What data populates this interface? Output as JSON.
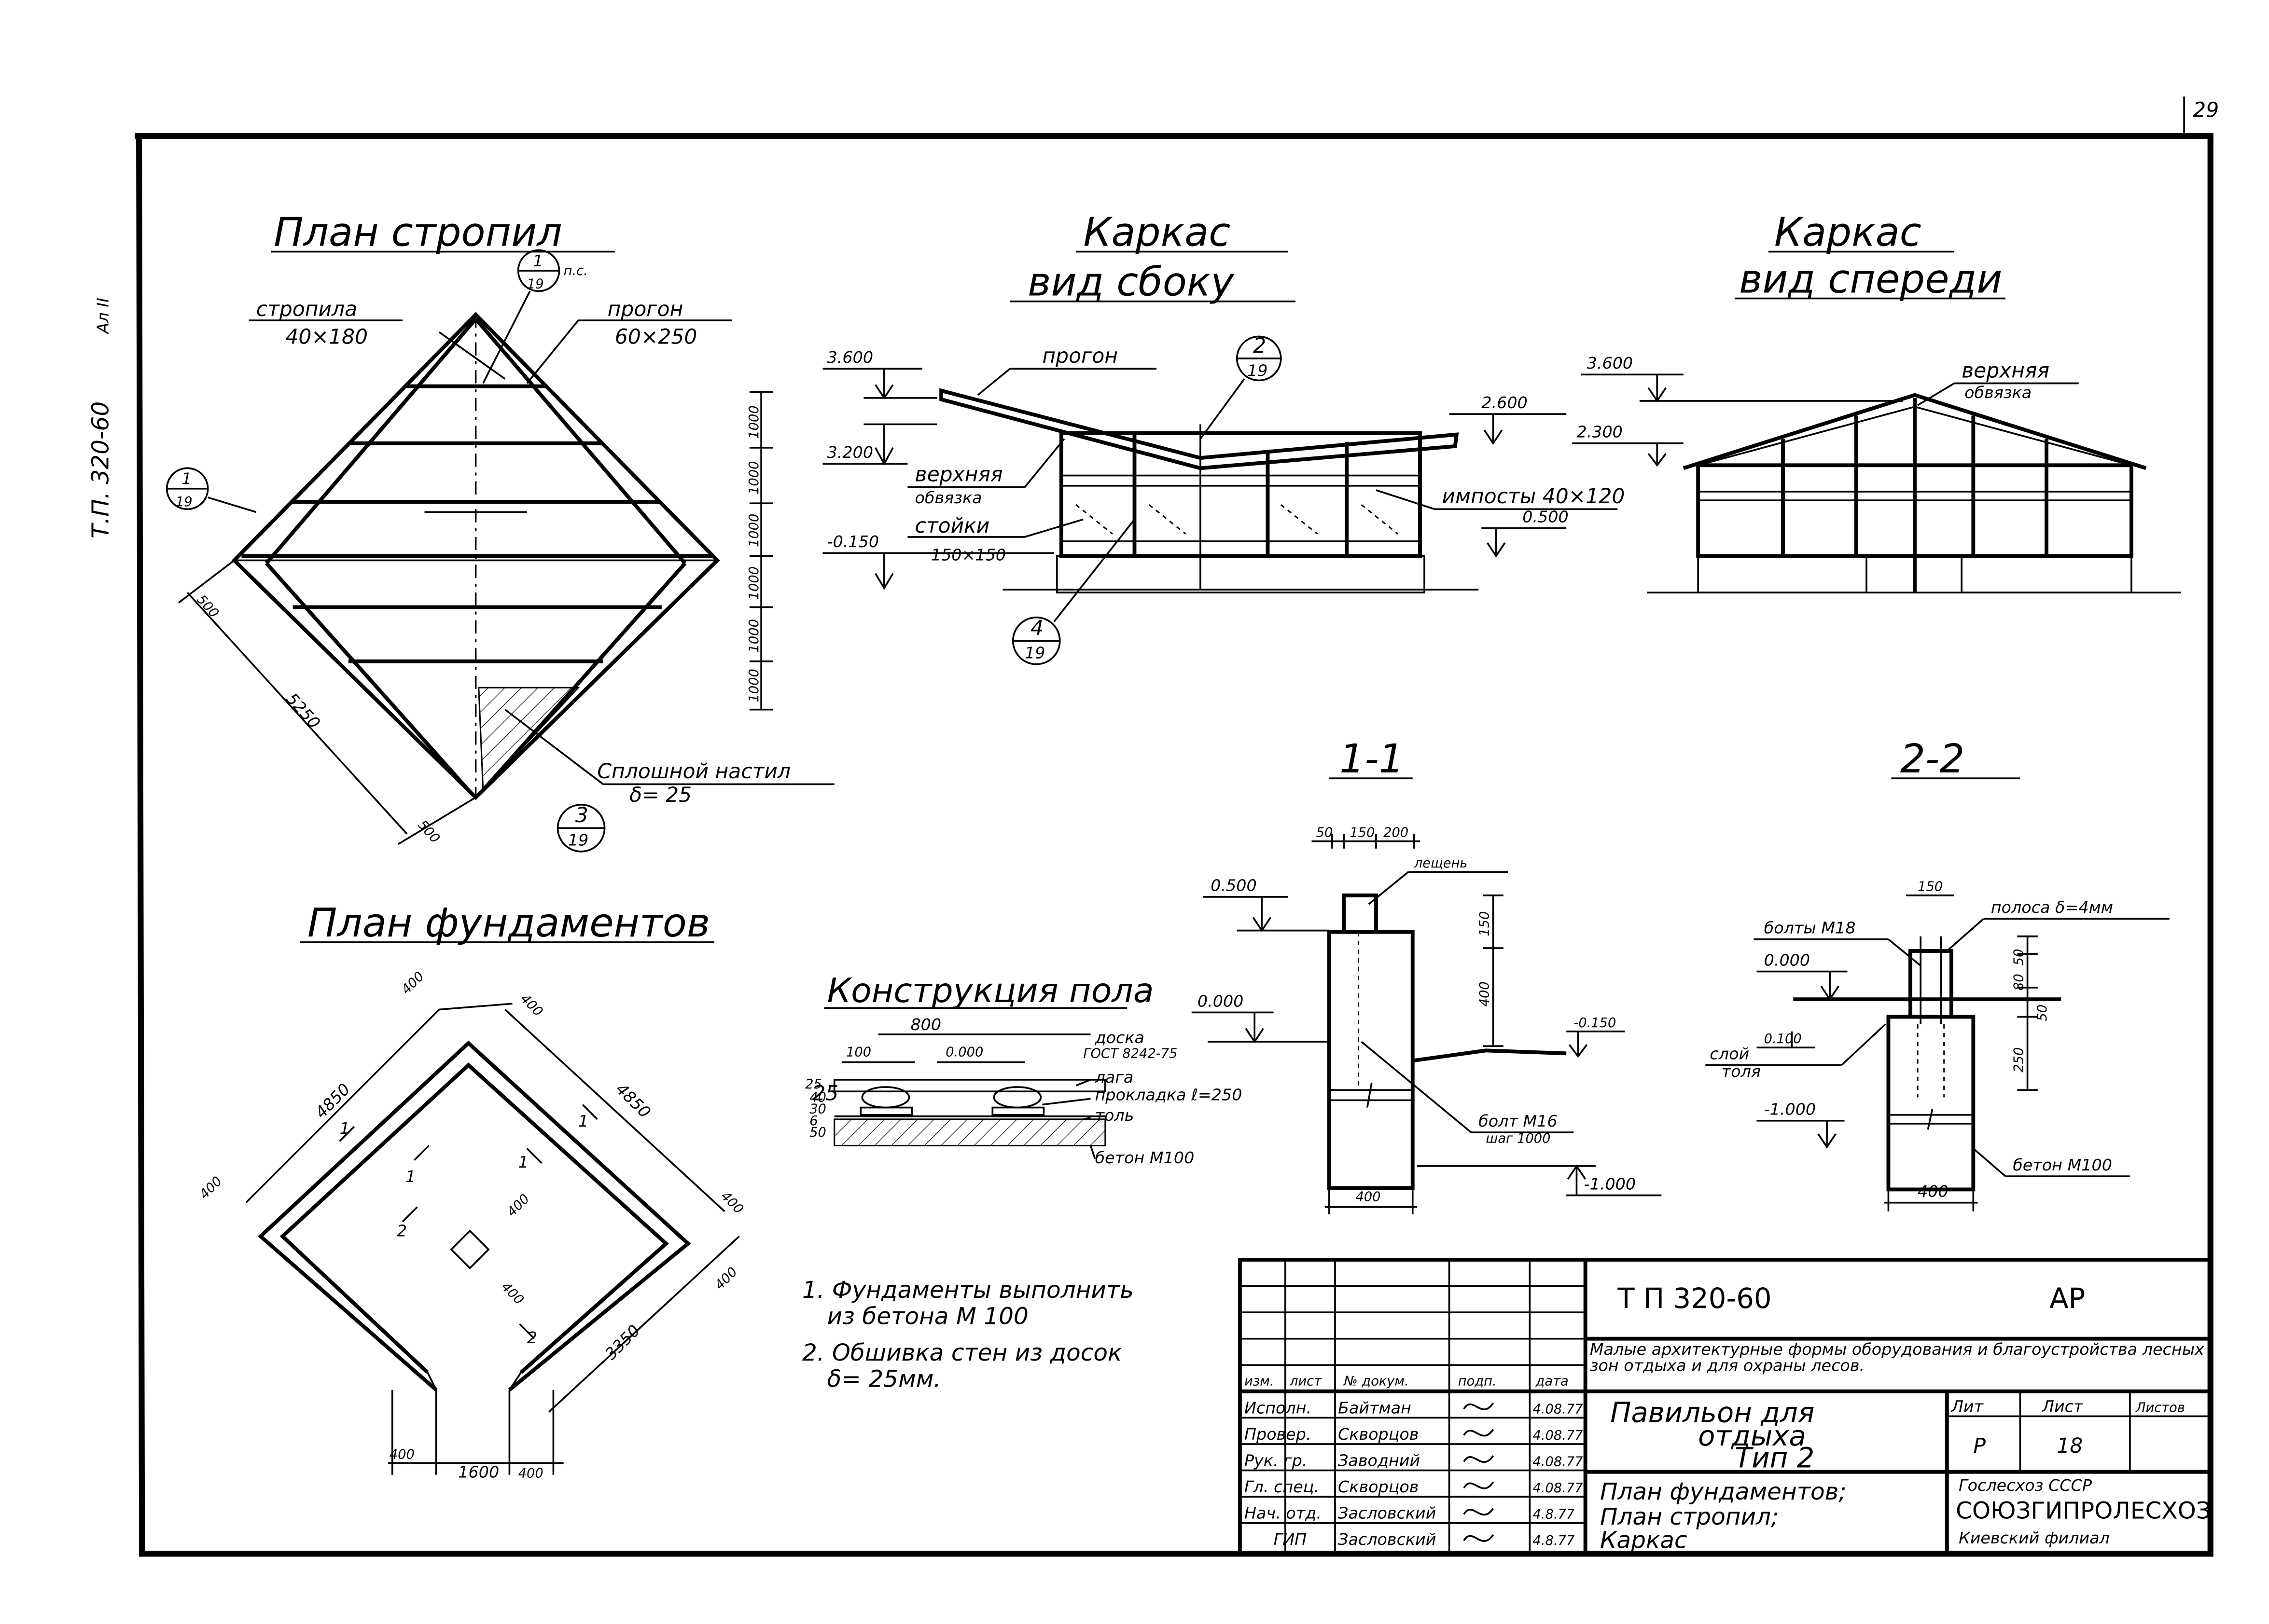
{
  "page_number": "29",
  "side_stamp": "Т.П. 320-60",
  "side_stamp_sheet": "Ал II",
  "roof_plan": {
    "title": "План стропил",
    "rafter_label": "стропила",
    "rafter_size": "40×180",
    "purlin_label": "прогон",
    "purlin_size": "60×250",
    "ref_top_num": "1",
    "ref_top_sheet": "19",
    "ref_top_note": "п.с.",
    "ref_left_num": "1",
    "ref_left_sheet": "19",
    "ref_bottom_num": "3",
    "ref_bottom_sheet": "19",
    "deck_label": "Сплошной настил",
    "deck_thickness": "δ= 25",
    "dims_right": [
      "1000",
      "1000",
      "1000",
      "1000",
      "1000",
      "1000"
    ],
    "dim_diagonal": "5250",
    "dim_edge_top": "500",
    "dim_edge_bottom": "500"
  },
  "frame_side": {
    "title_line1": "Каркас",
    "title_line2": "вид сбоку",
    "level_top": "3.600",
    "level_mid": "3.200",
    "level_low": "-0.150",
    "level_right_1": "2.600",
    "level_right_2": "0.500",
    "purlin_label": "прогон",
    "top_tie_line1": "верхняя",
    "top_tie_line2": "обвязка",
    "posts_label": "стойки",
    "posts_size": "150×150",
    "mullions_label": "импосты 40×120",
    "ref_top_num": "2",
    "ref_top_sheet": "19",
    "ref_bottom_num": "4",
    "ref_bottom_sheet": "19"
  },
  "frame_front": {
    "title_line1": "Каркас",
    "title_line2": "вид спереди",
    "level_top": "3.600",
    "level_mid": "2.300",
    "top_tie_line1": "верхняя",
    "top_tie_line2": "обвязка"
  },
  "foundation_plan": {
    "title": "План фундаментов",
    "dim_top_left": "400",
    "dim_top_right": "400",
    "dim_left_side": "4850",
    "dim_right_side": "4850",
    "dim_left_end": "400",
    "dim_right_a": "400",
    "dim_right_b": "400",
    "dim_right_c": "3350",
    "dim_bottom_left": "400",
    "dim_bottom_mid": "1600",
    "dim_bottom_right": "400",
    "pad_dim_a": "400",
    "pad_dim_b": "400",
    "section_1": "1",
    "section_2": "2"
  },
  "floor": {
    "title": "Конструкция пола",
    "dim_800": "800",
    "dim_100": "100",
    "level_000": "0.000",
    "board_label": "доска",
    "board_std": "ГОСТ 8242-75",
    "joist_label": "лага",
    "pad_label": "прокладка ℓ=250",
    "tar_label": "толь",
    "concrete_label": "бетон М100",
    "dim_25": "25",
    "layer_dims": [
      "25",
      "40",
      "30",
      "6",
      "50"
    ]
  },
  "section_1_1": {
    "title": "1-1",
    "dims_top": [
      "50",
      "150",
      "200"
    ],
    "anchor_label": "лещень",
    "level_top": "0.500",
    "level_zero": "0.000",
    "level_right": "-0.150",
    "dim_150": "150",
    "dim_400": "400",
    "bolt_label": "болт М16",
    "bolt_step": "шаг 1000",
    "level_bottom": "-1.000",
    "width": "400"
  },
  "section_2_2": {
    "title": "2-2",
    "dim_top": "150",
    "strip_label": "полоса δ=4мм",
    "bolts_label": "болты М18",
    "level_zero": "0.000",
    "level_mid": "0.100",
    "layer_line1": "слой",
    "layer_line2": "толя",
    "level_bottom": "-1.000",
    "dims_right": [
      "50",
      "80",
      "50",
      "250"
    ],
    "concrete_label": "бетон М100",
    "width": "400"
  },
  "notes": [
    "1. Фундаменты выполнить",
    "из бетона М 100",
    "2. Обшивка стен из досок",
    "δ= 25мм."
  ],
  "title_block": {
    "code": "Т П  320-60",
    "stage": "АР",
    "project_desc": "Малые архитектурные формы оборудования и благоустройства лесных зон отдыха и для охраны лесов.",
    "object_line1": "Павильон для",
    "object_line2": "отдыха",
    "object_line3": "Тип 2",
    "sheet_content_1": "План фундаментов;",
    "sheet_content_2": "План стропил;",
    "sheet_content_3": "Каркас",
    "col_headers": [
      "изм.",
      "лист",
      "№ докум.",
      "подп.",
      "дата"
    ],
    "sheet_headers": [
      "Лит",
      "Лист",
      "Листов"
    ],
    "lit": "Р",
    "sheet": "18",
    "sheets": "",
    "org_1": "Гослесхоз СССР",
    "org_2": "СОЮЗГИПРОЛЕСХОЗ",
    "org_3": "Киевский филиал",
    "signatures": [
      {
        "role": "Исполн.",
        "name": "Байтман",
        "date": "4.08.77"
      },
      {
        "role": "Провер.",
        "name": "Скворцов",
        "date": "4.08.77"
      },
      {
        "role": "Рук. гр.",
        "name": "Заводний",
        "date": "4.08.77"
      },
      {
        "role": "Гл. спец.",
        "name": "Скворцов",
        "date": "4.08.77"
      },
      {
        "role": "Нач. отд.",
        "name": "Засловский",
        "date": "4.8.77"
      },
      {
        "role": "ГИП",
        "name": "Засловский",
        "date": "4.8.77"
      }
    ]
  }
}
